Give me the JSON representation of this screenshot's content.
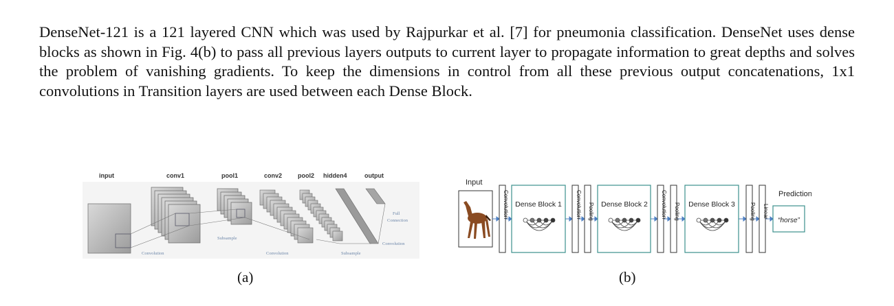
{
  "paragraph": {
    "text": "DenseNet-121 is a 121 layered CNN which was used by Rajpurkar et al.  [7] for pneumonia classification. DenseNet uses dense blocks as shown in Fig. 4(b) to pass all previous layers outputs to current layer to propagate information to great depths and solves the problem of vanishing gradients. To keep the dimensions in control from all these previous output concatenations, 1x1 convolutions in Transition layers are used between each Dense Block."
  },
  "figure_a": {
    "caption": "(a)",
    "layer_titles": {
      "input": "input",
      "conv1": "conv1",
      "pool1": "pool1",
      "conv2": "conv2",
      "pool2": "pool2",
      "hidden4": "hidden4",
      "output": "output"
    },
    "annotations": {
      "convolution_1": "Convolution",
      "subsample_1": "Subsample",
      "convolution_2": "Convolution",
      "subsample_2": "Subsample",
      "full_connection_1": "Full",
      "full_connection_2": "Connection",
      "convolution_3": "Convolution"
    }
  },
  "figure_b": {
    "caption": "(b)",
    "input_label": "Input",
    "prediction_label": "Prediction",
    "prediction_value": "“horse”",
    "blocks": [
      "Dense Block 1",
      "Dense Block 2",
      "Dense Block 3"
    ],
    "layers": {
      "conv0": "Convolution",
      "conv1": "Convolution",
      "pool1": "Pooling",
      "conv2": "Convolution",
      "pool2": "Pooling",
      "pool3": "Pooling",
      "linear": "Linear"
    }
  }
}
